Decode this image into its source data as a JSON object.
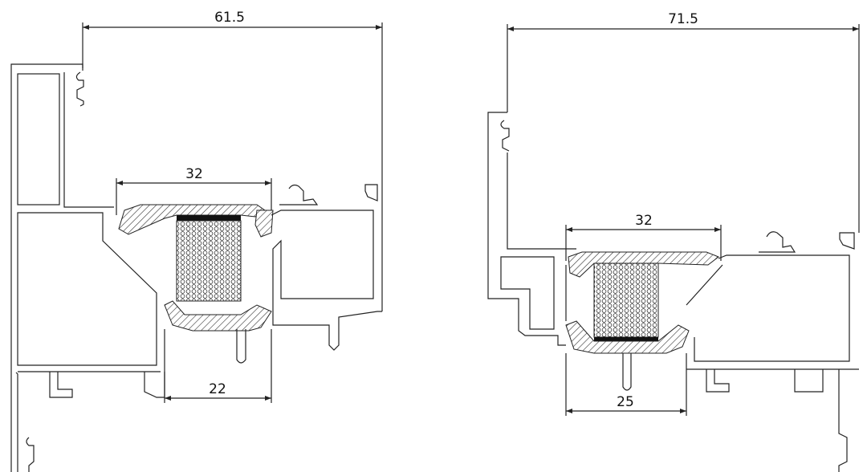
{
  "left_section": {
    "overall_dim": "61.5",
    "glazing_dim": "32",
    "bottom_dim": "22"
  },
  "right_section": {
    "overall_dim": "71.5",
    "glazing_dim": "32",
    "bottom_dim": "25"
  },
  "colors": {
    "line": "#222222",
    "background": "#ffffff",
    "strip": "#111111"
  }
}
